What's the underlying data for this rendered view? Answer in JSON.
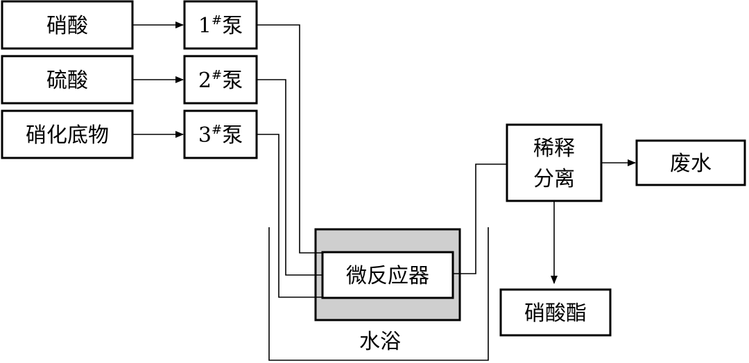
{
  "inputs": {
    "nitric_acid": "硝酸",
    "sulfuric_acid": "硫酸",
    "substrate": "硝化底物"
  },
  "pumps": {
    "p1": {
      "num": "1",
      "mark": "#",
      "name": "泵"
    },
    "p2": {
      "num": "2",
      "mark": "#",
      "name": "泵"
    },
    "p3": {
      "num": "3",
      "mark": "#",
      "name": "泵"
    }
  },
  "reactor": "微反应器",
  "water_bath": "水浴",
  "separation": {
    "line1": "稀释",
    "line2": "分离"
  },
  "waste_water": "废水",
  "product": "硝酸酯",
  "colors": {
    "stroke": "#000000",
    "reactor_fill": "#cfcfcf",
    "background": "#ffffff"
  }
}
